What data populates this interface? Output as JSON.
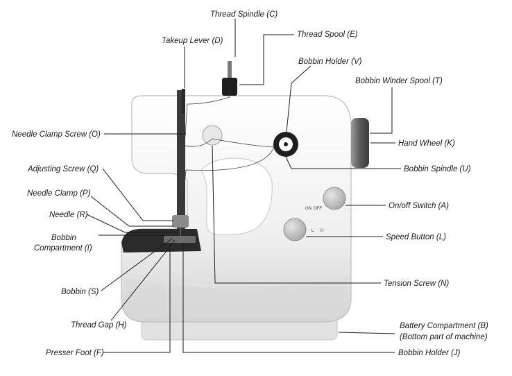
{
  "title": "",
  "labels": {
    "thread_spindle": "Thread Spindle (C)",
    "thread_spool": "Thread Spool (E)",
    "takeup_lever": "Takeup Lever (D)",
    "bobbin_holder_v": "Bobbin Holder (V)",
    "bobbin_winder_spool": "Bobbin Winder Spool (T)",
    "needle_clamp_screw": "Needle Clamp Screw (O)",
    "hand_wheel": "Hand Wheel (K)",
    "bobbin_spindle": "Bobbin Spindle (U)",
    "adjusting_screw": "Adjusting Screw (Q)",
    "needle_clamp": "Needle Clamp (P)",
    "on_off_switch": "On/off Switch (A)",
    "needle": "Needle (R)",
    "bobbin_compartment_line1": "Bobbin",
    "bobbin_compartment_line2": "Compartment (I)",
    "speed_button": "Speed Button (L)",
    "tension_screw": "Tension Screw (N)",
    "bobbin": "Bobbin (S)",
    "thread_gap": "Thread Gap (H)",
    "battery_compartment_line1": "Battery Compartment (B)",
    "battery_compartment_line2": "(Bottom part of machine)",
    "presser_foot": "Presser Foot (F)",
    "bobbin_holder_j": "Bobbin Holder (J)"
  },
  "machine_markings": {
    "switch_on": "ON",
    "switch_off": "OFF",
    "speed_low": "L",
    "speed_high": "H"
  },
  "colors": {
    "body": "#f2f2f2",
    "body_shadow": "#d6d6d6",
    "dark_parts": "#2b2b2b",
    "button": "#c8c8c8",
    "leader": "#1a1a1a"
  }
}
